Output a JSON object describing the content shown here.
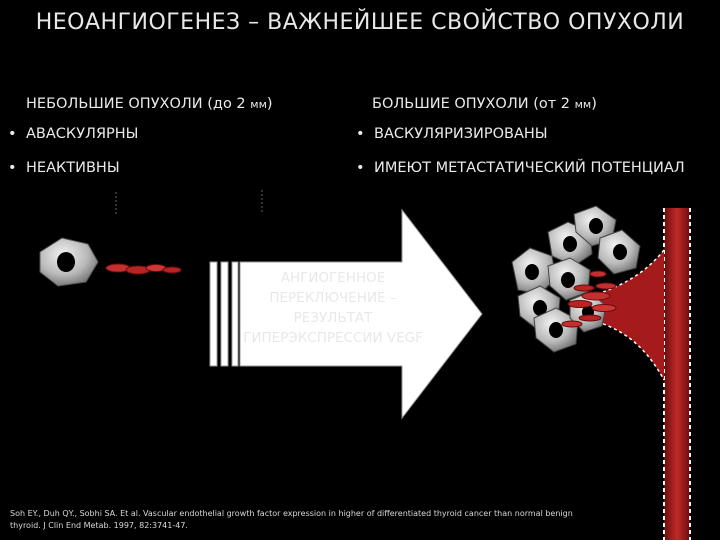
{
  "slide": {
    "title": "НЕОАНГИОГЕНЕЗ – ВАЖНЕЙШЕЕ СВОЙСТВО ОПУХОЛИ",
    "left_column": {
      "heading_main": "НЕБОЛЬШИЕ ОПУХОЛИ (до 2 ",
      "heading_unit": "мм",
      "heading_end": ")",
      "bullets": [
        "АВАСКУЛЯРНЫ",
        "НЕАКТИВНЫ"
      ]
    },
    "right_column": {
      "heading_main": "БОЛЬШИЕ ОПУХОЛИ (от  2 ",
      "heading_unit": "мм",
      "heading_end": ")",
      "bullets": [
        "ВАСКУЛЯРИЗИРОВАНЫ",
        "ИМЕЮТ МЕТАСТАТИЧЕСКИЙ ПОТЕНЦИАЛ"
      ]
    },
    "bullet_symbol": "•",
    "arrow_text": [
      "АНГИОГЕННОЕ",
      "ПЕРЕКЛЮЧЕНИЕ –",
      "РЕЗУЛЬТАТ",
      "ГИПЕРЭКСПРЕССИИ VEGF"
    ],
    "citation": [
      "Soh EY., Duh QY., Sobhi SA. Et al. Vascular endothelial growth factor expression in higher of differentiated thyroid cancer than normal benign",
      "thyroid. J Clin End Metab. 1997, 82:3741-47."
    ],
    "colors": {
      "background": "#000000",
      "vessel_red": "#a01818",
      "cell_gray": "#c8c8c8",
      "arrow_fill": "#ffffff"
    }
  }
}
